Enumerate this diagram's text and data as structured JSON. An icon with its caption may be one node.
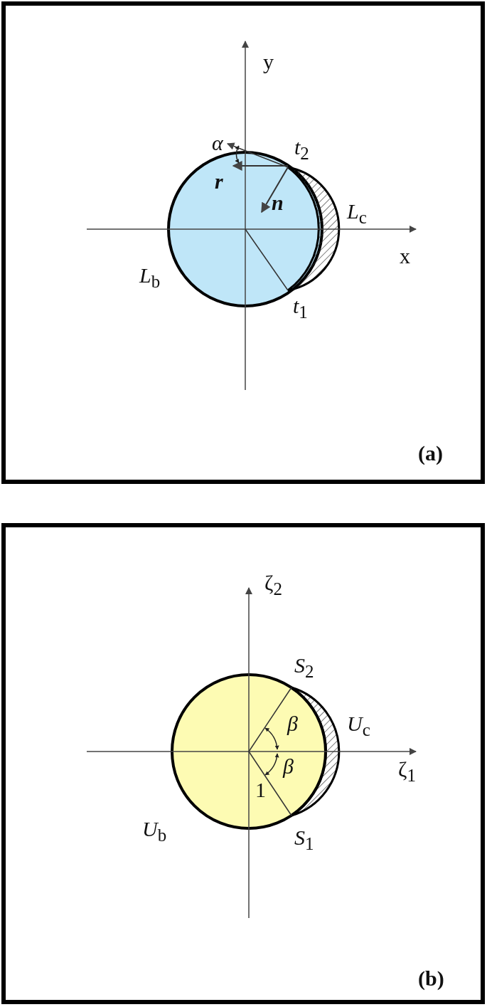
{
  "diagram": {
    "labels": [
      "y",
      "α",
      "*t*$_{2}$",
      "r",
      "n",
      "*L*$_{c}$",
      "x",
      "*L*$_{b}$",
      "*t*$_{1}$",
      "(a)",
      "ζ$_{2}$",
      "*S*$_{2}$",
      "β",
      "*U*$_{c}$",
      "ζ$_{1}$",
      "β",
      "1",
      "*U*$_{b}$",
      "*S*$_{1}$",
      "(b)"
    ]
  }
}
